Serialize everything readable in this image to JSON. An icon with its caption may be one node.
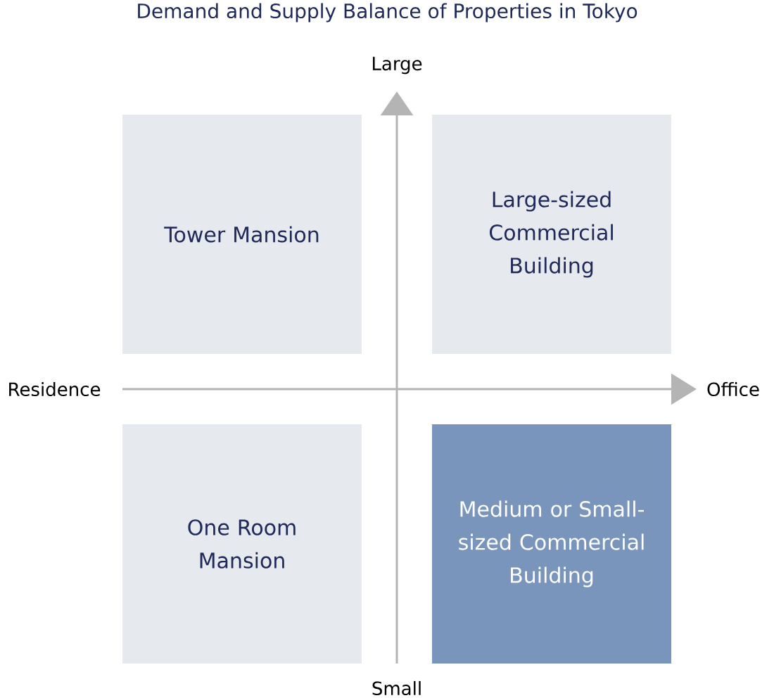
{
  "diagram": {
    "title": "Demand and Supply Balance of Properties in Tokyo",
    "nodes": [
      {
        "text": [
          "Tower Mansion"
        ]
      },
      {
        "text": [
          "Large-sized Commercial Building"
        ]
      },
      {
        "text": [
          "One Room Mansion"
        ]
      },
      {
        "text": [
          "Medium or Small-sized Commercial Building"
        ]
      }
    ],
    "labels": [
      "Large",
      "Residence",
      "Office",
      "Small"
    ]
  }
}
